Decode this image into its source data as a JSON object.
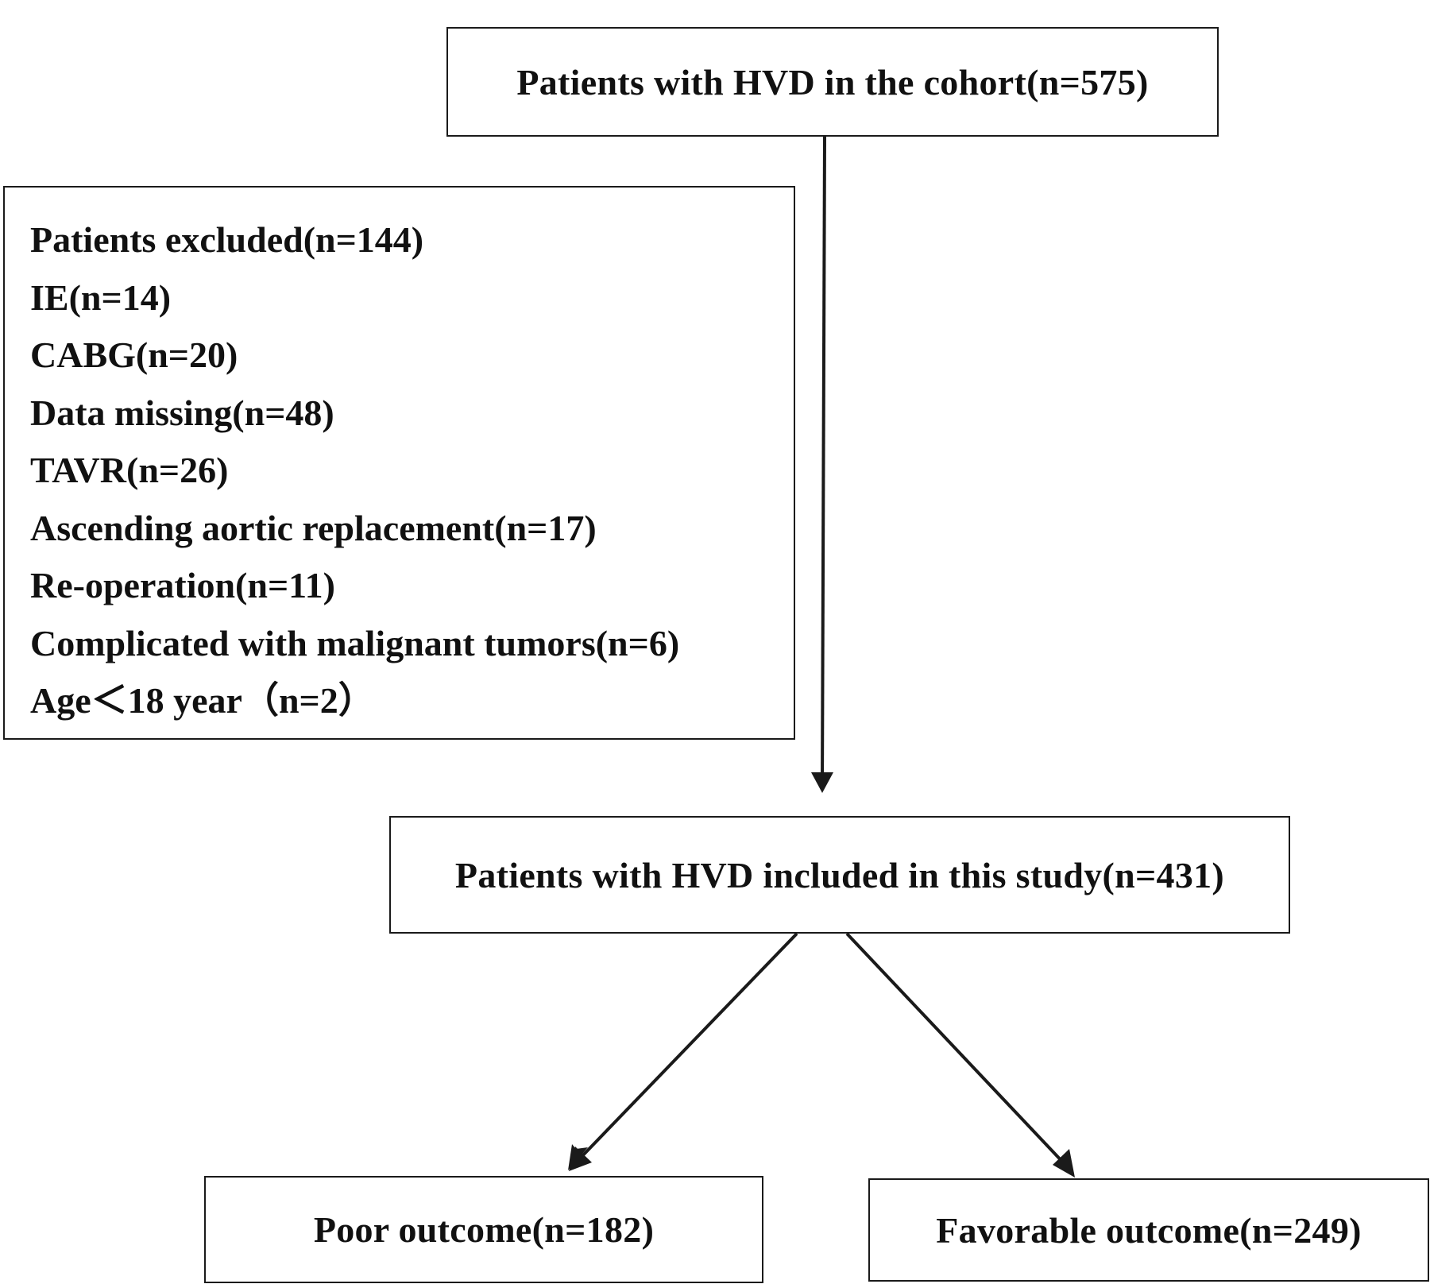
{
  "flowchart": {
    "cohort_box": {
      "text": "Patients with HVD in the cohort(n=575)"
    },
    "excluded_box": {
      "lines": [
        "Patients excluded(n=144)",
        "IE(n=14)",
        "CABG(n=20)",
        "Data missing(n=48)",
        "TAVR(n=26)",
        "Ascending aortic replacement(n=17)",
        "Re-operation(n=11)",
        "Complicated with malignant tumors(n=6)",
        "Age＜18 year（n=2）"
      ]
    },
    "included_box": {
      "text": "Patients with HVD included in this study(n=431)"
    },
    "poor_outcome_box": {
      "text": "Poor outcome(n=182)"
    },
    "favorable_outcome_box": {
      "text": "Favorable outcome(n=249)"
    }
  },
  "colors": {
    "line": "#1a1a1a",
    "background": "#ffffff"
  }
}
